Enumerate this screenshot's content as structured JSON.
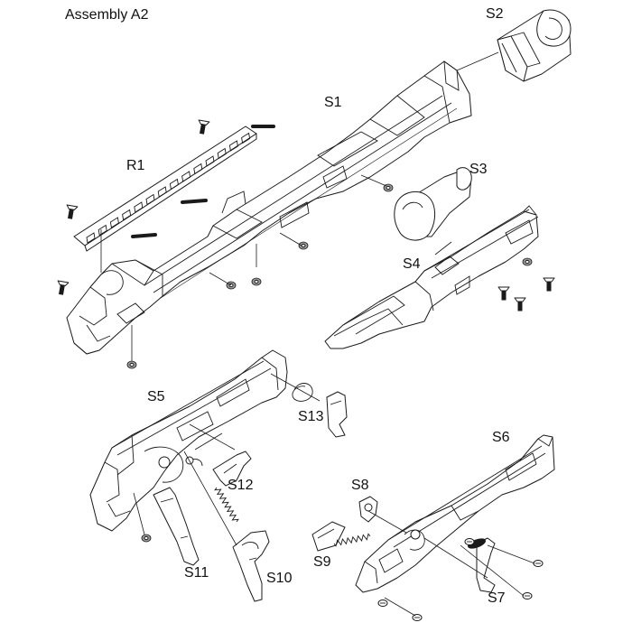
{
  "title": "Assembly A2",
  "labels": {
    "S1": "S1",
    "S2": "S2",
    "S3": "S3",
    "S4": "S4",
    "S5": "S5",
    "S6": "S6",
    "S7": "S7",
    "S8": "S8",
    "S9": "S9",
    "S10": "S10",
    "S11": "S11",
    "S12": "S12",
    "S13": "S13",
    "R1": "R1"
  }
}
